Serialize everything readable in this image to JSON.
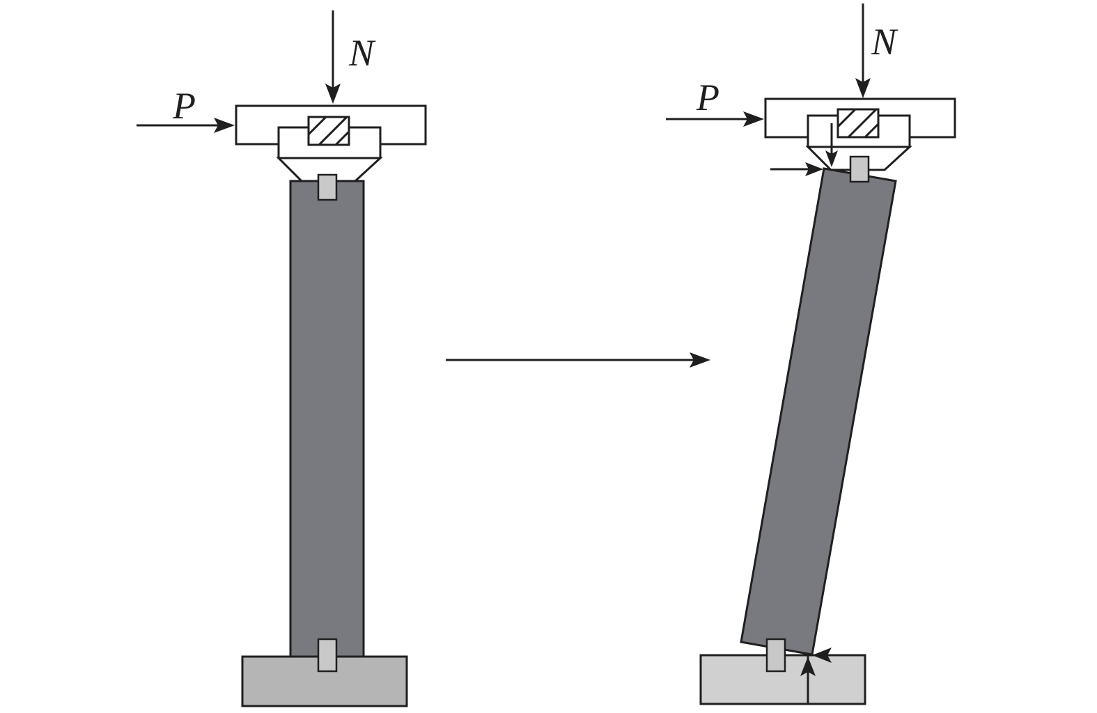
{
  "labels": {
    "left_axial_load": "N",
    "left_lateral_load": "P",
    "right_axial_load": "N",
    "right_lateral_load": "P"
  },
  "colors": {
    "column_fill": "#787a80",
    "left_base_fill": "#b5b5b5",
    "right_base_fill": "#d0d0d0",
    "bearing_plate_fill": "#c8c8c8",
    "line": "#1f1f1f"
  }
}
